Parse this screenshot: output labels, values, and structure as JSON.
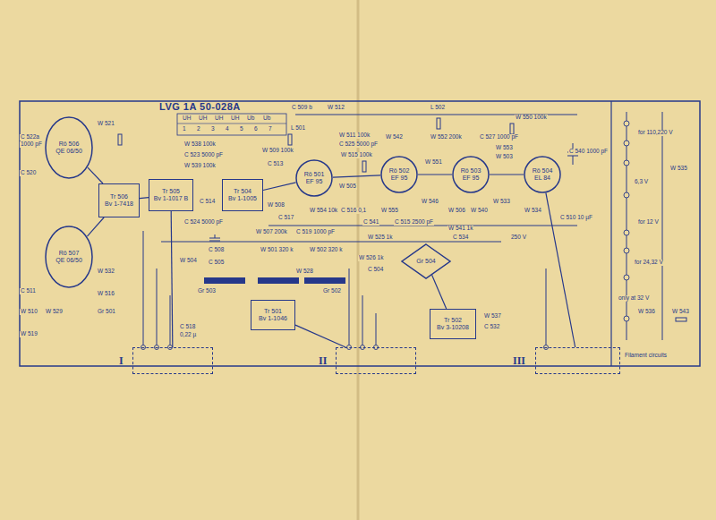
{
  "diagram": {
    "title": "LVG 1A 50-028A",
    "nodes": [
      {
        "text": [
          "Rö 501",
          "EF 95"
        ]
      },
      {
        "text": [
          "Rö 502",
          "EF 95"
        ]
      },
      {
        "text": [
          "Rö 503",
          "EF 95"
        ]
      },
      {
        "text": [
          "Rö 504",
          "EL 84"
        ]
      },
      {
        "text": [
          "Rö 506",
          "QE 06/50"
        ]
      },
      {
        "text": [
          "Rö 507",
          "QE 06/50"
        ]
      },
      {
        "text": [
          "Tr 506",
          "Bv 1-7418"
        ]
      },
      {
        "text": [
          "Tr 505",
          "Bv 1-1017 B"
        ]
      },
      {
        "text": [
          "Tr 504",
          "Bv 1-1005"
        ]
      },
      {
        "text": [
          "Tr 501",
          "Bv 1-1046"
        ]
      },
      {
        "text": [
          "Tr 502",
          "Bv 3-10208"
        ]
      },
      {
        "text": [
          "Gr 504"
        ]
      },
      {
        "text": [
          "I"
        ]
      },
      {
        "text": [
          "II"
        ]
      },
      {
        "text": [
          "III"
        ]
      }
    ],
    "edges": [
      {
        "from": 4,
        "to": 6,
        "arrow": "none"
      },
      {
        "from": 5,
        "to": 6,
        "arrow": "none"
      },
      {
        "from": 7,
        "to": 6,
        "arrow": "none"
      },
      {
        "from": 8,
        "to": 0,
        "arrow": "none"
      },
      {
        "from": 0,
        "to": 1,
        "arrow": "none"
      },
      {
        "from": 1,
        "to": 2,
        "arrow": "none"
      },
      {
        "from": 2,
        "to": 3,
        "arrow": "none"
      },
      {
        "from": 9,
        "to": 13,
        "arrow": "none"
      },
      {
        "from": 10,
        "to": 11,
        "arrow": "none"
      },
      {
        "from": 7,
        "to": 12,
        "arrow": "none"
      },
      {
        "from": 3,
        "to": 14,
        "arrow": "none"
      }
    ],
    "labels": [
      "UH",
      "UH",
      "UH",
      "UH",
      "Ub",
      "Ub",
      "1",
      "2",
      "3",
      "4",
      "5",
      "6",
      "7",
      "W 521",
      "C 522a",
      "1000 pF",
      "C 520",
      "W 532",
      "C 511",
      "W 510",
      "W 529",
      "Gr 501",
      "W 516",
      "W 519",
      "W 538 100k",
      "C 523 5000 pF",
      "W 539 100k",
      "C 524 5000 pF",
      "C 514",
      "W 504",
      "C 508",
      "C 505",
      "W 501 320 k",
      "W 502 320 k",
      "W 528",
      "Gr 503",
      "Gr 502",
      "C 518",
      "0,22 µ",
      "W 507 200k",
      "C 519 1000 pF",
      "L 501",
      "C 509 b",
      "W 512",
      "W 511 100k",
      "C 525 5000 pF",
      "W 509 100k",
      "C 513",
      "W 508",
      "W 505",
      "W 515 100k",
      "W 554 10k",
      "C 517",
      "C 516 0,1",
      "C 541",
      "W 555",
      "W 542",
      "W 546",
      "C 515 2500 pF",
      "L 502",
      "W 552 200k",
      "C 527 1000 pF",
      "W 550 100k",
      "W 551",
      "W 506",
      "W 540",
      "W 533",
      "W 503",
      "W 553",
      "W 534",
      "C 510 10 µF",
      "C 540 1000 pF",
      "W 541 1k",
      "C 534",
      "W 525 1k",
      "W 526 1k",
      "C 504",
      "250 V",
      "W 537",
      "C 532",
      "for 110,220 V",
      "6,3 V",
      "W 535",
      "for 12 V",
      "for 24,32 V",
      "only at 32 V",
      "W 536",
      "W 543",
      "Filament circuits"
    ]
  }
}
